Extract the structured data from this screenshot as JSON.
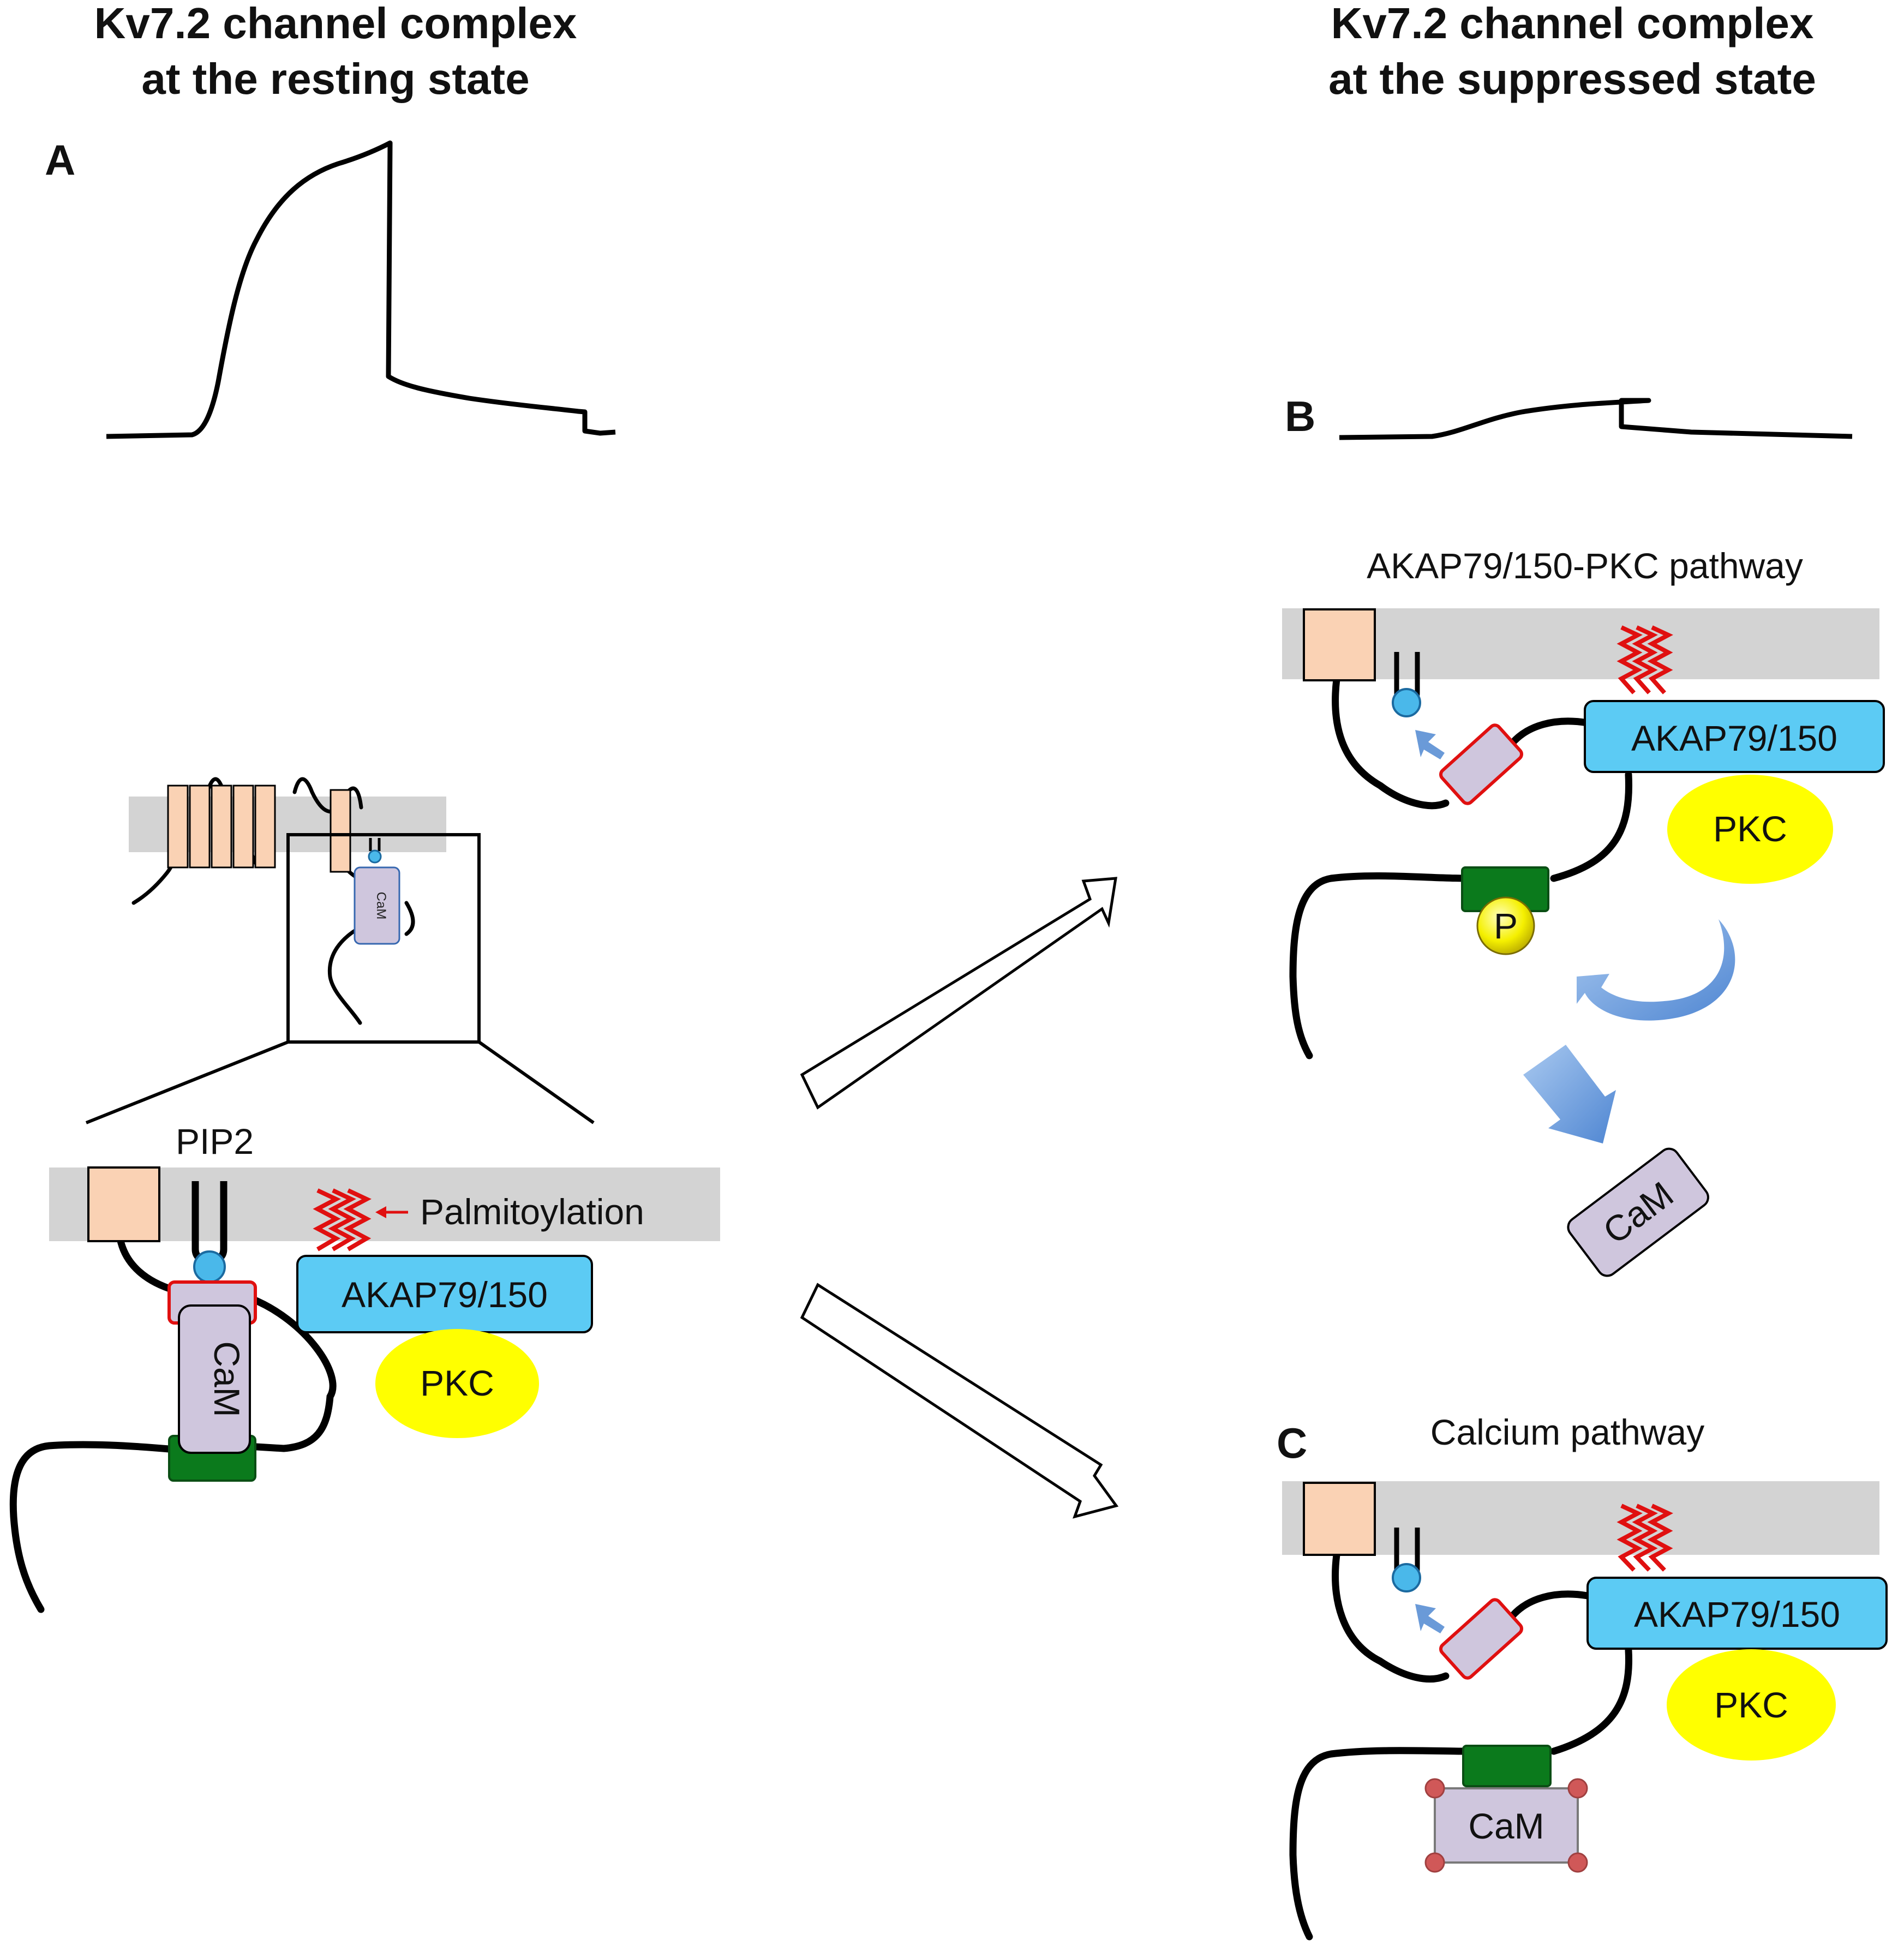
{
  "headers": {
    "left": [
      "Kv7.2 channel complex",
      "at the resting state"
    ],
    "right": [
      "Kv7.2 channel complex",
      "at the suppressed state"
    ]
  },
  "panels": {
    "a": "A",
    "b": "B",
    "c": "C"
  },
  "left": {
    "pip2": "PIP2",
    "palmitoylation": "Palmitoylation",
    "akap": "AKAP79/150",
    "pkc": "PKC",
    "cam": "CaM",
    "cam_small": "CaM"
  },
  "b_panel": {
    "title": "AKAP79/150-PKC pathway",
    "akap": "AKAP79/150",
    "pkc": "PKC",
    "phospho": "P",
    "cam": "CaM"
  },
  "c_panel": {
    "title": "Calcium pathway",
    "akap": "AKAP79/150",
    "pkc": "PKC",
    "cam": "CaM"
  },
  "colors": {
    "membrane": "#d3d3d3",
    "transmembrane": "#fad2b4",
    "akap": "#5ccbf4",
    "pkc": "#ffff00",
    "cam": "#cfc6dd",
    "green_domain": "#0b7a1c",
    "red_outline": "#e01010",
    "pip2_head": "#4ab8ea",
    "blue_arrow": "#6a9ad8"
  }
}
